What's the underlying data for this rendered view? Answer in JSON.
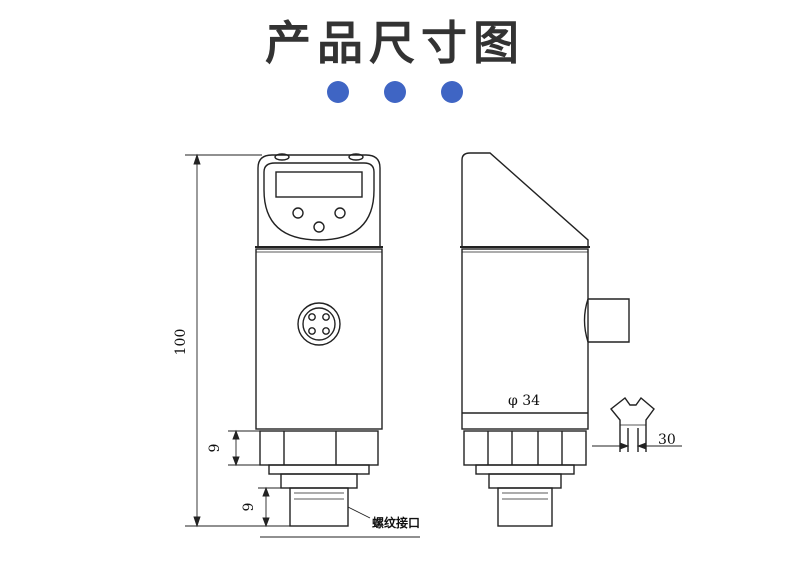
{
  "title": "产品尺寸图",
  "dots_color": "#3f65c4",
  "dimensions": {
    "height_total": "100",
    "section_a": "9",
    "section_b": "9",
    "diameter": "φ 34",
    "wrench": "30"
  },
  "labels": {
    "thread_interface": "螺纹接口"
  }
}
